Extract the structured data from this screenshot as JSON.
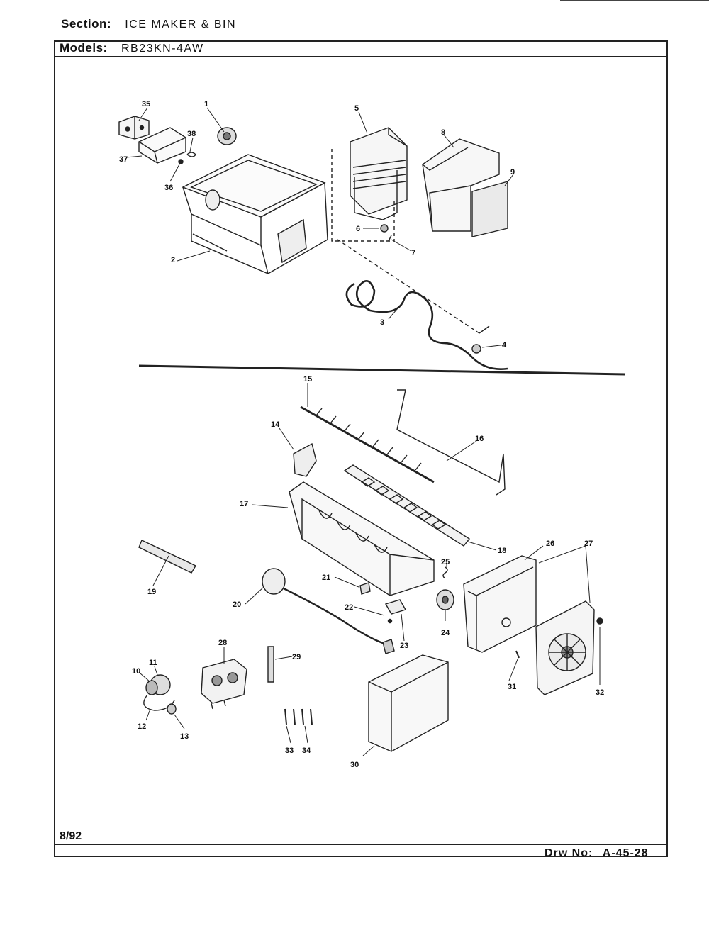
{
  "header": {
    "section_label": "Section:",
    "section_value": "ICE MAKER & BIN",
    "models_label": "Models:",
    "models_value": "RB23KN-4AW"
  },
  "footer": {
    "date": "8/92",
    "drawing_label": "Drw No:",
    "drawing_number": "A-45-28"
  },
  "callouts": [
    "1",
    "2",
    "3",
    "4",
    "5",
    "6",
    "7",
    "8",
    "9",
    "10",
    "11",
    "12",
    "13",
    "14",
    "15",
    "16",
    "17",
    "18",
    "19",
    "20",
    "21",
    "22",
    "23",
    "24",
    "25",
    "26",
    "27",
    "28",
    "29",
    "30",
    "31",
    "32",
    "33",
    "34",
    "35",
    "36",
    "37",
    "38"
  ]
}
